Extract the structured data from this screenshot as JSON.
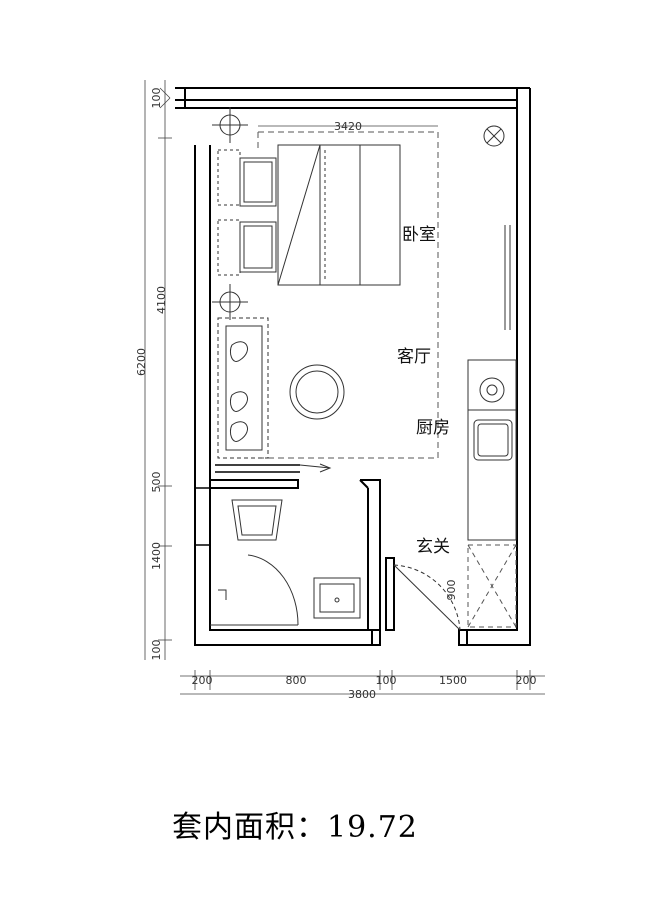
{
  "rooms": {
    "bedroom": "卧室",
    "living_room": "客厅",
    "kitchen": "厨房",
    "entrance": "玄关"
  },
  "dimensions": {
    "top_width": "3420",
    "top_offset": "100",
    "left_total": "6200",
    "left_upper": "4100",
    "left_mid": "500",
    "left_lower": "1400",
    "left_bottom": "100",
    "bottom_seg1": "200",
    "bottom_seg2": "800",
    "bottom_seg3": "100",
    "bottom_seg4": "1500",
    "bottom_seg5": "200",
    "bottom_total": "3800",
    "door_width": "900"
  },
  "caption": {
    "label": "套内面积：",
    "value": "19.72"
  },
  "colors": {
    "wall": "#000000",
    "line": "#222222",
    "dashed": "#555555"
  }
}
